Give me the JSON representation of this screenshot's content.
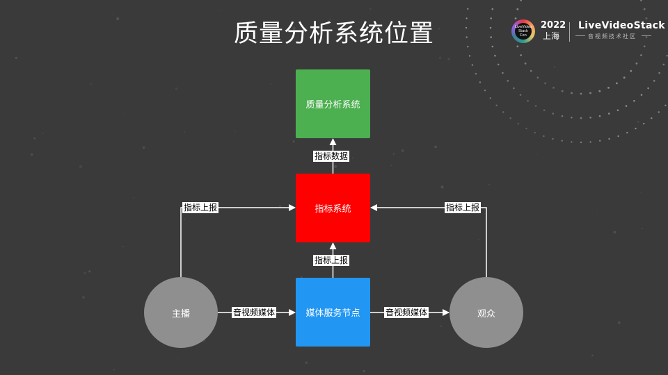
{
  "slide": {
    "title": "质量分析系统位置"
  },
  "logo": {
    "event_small": "LiveVideo Stack Con",
    "year": "2022",
    "city": "上海",
    "brand": "LiveVideoStack",
    "tagline": "音视频技术社区"
  },
  "diagram": {
    "nodes": {
      "quality_system": "质量分析系统",
      "metrics_system": "指标系统",
      "media_node": "媒体服务节点",
      "broadcaster": "主播",
      "audience": "观众"
    },
    "edges": {
      "metrics_data": "指标数据",
      "report_from_node": "指标上报",
      "report_from_broadcaster": "指标上报",
      "report_from_audience": "指标上报",
      "media_in": "音视频媒体",
      "media_out": "音视频媒体"
    }
  },
  "colors": {
    "background": "#3a3a3a",
    "quality_system": "#4caf50",
    "metrics_system": "#ff0000",
    "media_node": "#2196f3",
    "endpoint": "#8f8f8f"
  }
}
